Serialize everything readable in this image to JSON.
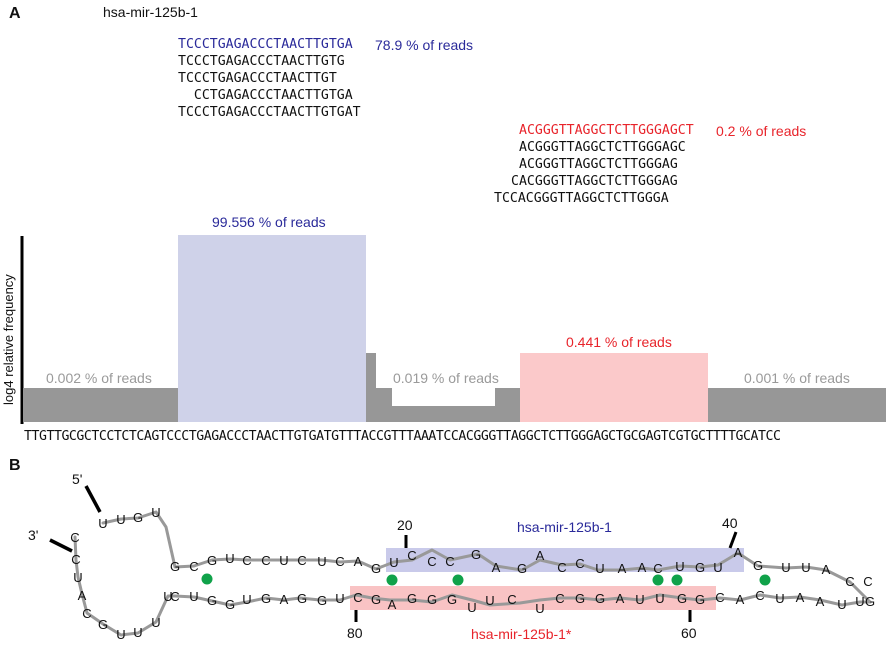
{
  "panelA": {
    "label": "A",
    "title": "hsa-mir-125b-1",
    "mature_seq": "TCCCTGAGACCCTAACTTGTGA",
    "mature_pct": "78.9 % of reads",
    "mature_variants": [
      "TCCCTGAGACCCTAACTTGTG",
      "TCCCTGAGACCCTAACTTGT",
      "  CCTGAGACCCTAACTTGTGA",
      "TCCCTGAGACCCTAACTTGTGAT"
    ],
    "star_seq": "ACGGGTTAGGCTCTTGGGAGCT",
    "star_pct": "0.2 % of reads",
    "star_variants": [
      "ACGGGTTAGGCTCTTGGGAGC",
      "ACGGGTTAGGCTCTTGGGAG",
      "CACGGGTTAGGCTCTTGGGAG",
      "TCCACGGGTTAGGCTCTTGGGA"
    ],
    "y_axis_label": "log4 relative frequency",
    "region_labels": {
      "left": "0.002 % of reads",
      "mature": "99.556 % of reads",
      "loop": "0.019 % of reads",
      "star": "0.441 % of reads",
      "right": "0.001 % of reads"
    },
    "precursor_sequence": "TTGTTGCGCTCCTCTCAGTCCCTGAGACCCTAACTTGTGATGTTTACCGTTTAAATCCACGGGTTAGGCTCTTGGGAGCTGCGAGTCGTGCTTTTGCATCC"
  },
  "panelB": {
    "label": "B",
    "five_prime": "5'",
    "three_prime": "3'",
    "tick_20": "20",
    "tick_40": "40",
    "tick_60": "60",
    "tick_80": "80",
    "mature_label": "hsa-mir-125b-1",
    "star_label": "hsa-mir-125b-1*",
    "colors": {
      "mature": "#c9caea",
      "star": "#f9c3c4",
      "pair_dot": "#10a24a",
      "backbone": "#999999"
    }
  },
  "colors": {
    "bar_gray": "#979797",
    "mature_fill": "#cfd2e9",
    "star_fill": "#fbc9ca",
    "blue_text": "#2a2a9a",
    "red_text": "#e8242b"
  }
}
